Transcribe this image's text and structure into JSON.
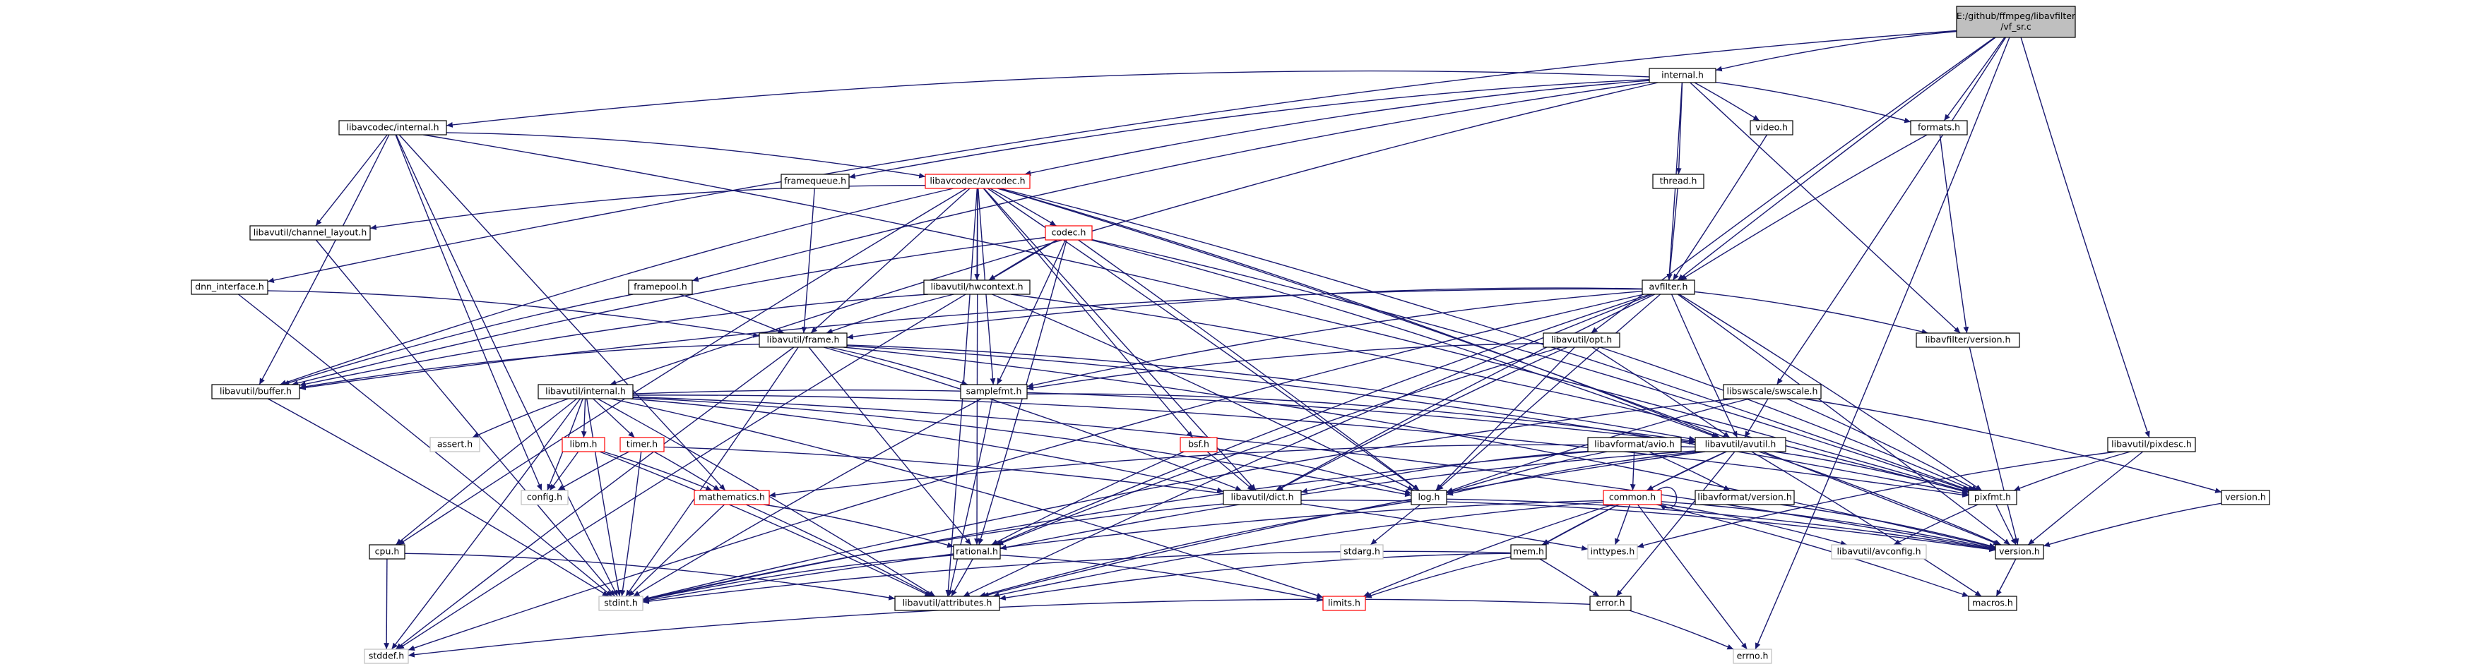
{
  "root": {
    "line1": "E:/github/ffmpeg/libavfilter",
    "line2": "/vf_sr.c"
  },
  "colors": {
    "edge": "#191970",
    "node_border": "#000000",
    "broken_border": "#ff0000",
    "system_border": "#bfbfbf",
    "root_fill": "#bfbfbf"
  },
  "nodes": [
    {
      "id": "internal_h",
      "label": "internal.h",
      "kind": "normal"
    },
    {
      "id": "lavc_internal_h",
      "label": "libavcodec/internal.h",
      "kind": "normal"
    },
    {
      "id": "avcodec_h",
      "label": "libavcodec/avcodec.h",
      "kind": "broken"
    },
    {
      "id": "framequeue_h",
      "label": "framequeue.h",
      "kind": "normal"
    },
    {
      "id": "video_h",
      "label": "video.h",
      "kind": "normal"
    },
    {
      "id": "formats_h",
      "label": "formats.h",
      "kind": "normal"
    },
    {
      "id": "thread_h",
      "label": "thread.h",
      "kind": "normal"
    },
    {
      "id": "channel_layout_h",
      "label": "libavutil/channel_layout.h",
      "kind": "normal"
    },
    {
      "id": "codec_h",
      "label": "codec.h",
      "kind": "broken"
    },
    {
      "id": "dnn_interface_h",
      "label": "dnn_interface.h",
      "kind": "normal"
    },
    {
      "id": "framepool_h",
      "label": "framepool.h",
      "kind": "normal"
    },
    {
      "id": "hwcontext_h",
      "label": "libavutil/hwcontext.h",
      "kind": "normal"
    },
    {
      "id": "avfilter_h",
      "label": "avfilter.h",
      "kind": "normal"
    },
    {
      "id": "frame_h",
      "label": "libavutil/frame.h",
      "kind": "normal"
    },
    {
      "id": "opt_h",
      "label": "libavutil/opt.h",
      "kind": "normal"
    },
    {
      "id": "lavfi_version_h",
      "label": "libavfilter/version.h",
      "kind": "normal"
    },
    {
      "id": "buffer_h",
      "label": "libavutil/buffer.h",
      "kind": "normal"
    },
    {
      "id": "samplefmt_h",
      "label": "samplefmt.h",
      "kind": "normal"
    },
    {
      "id": "lavu_internal_h",
      "label": "libavutil/internal.h",
      "kind": "normal"
    },
    {
      "id": "swscale_h",
      "label": "libswscale/swscale.h",
      "kind": "normal"
    },
    {
      "id": "pixdesc_h",
      "label": "libavutil/pixdesc.h",
      "kind": "normal"
    },
    {
      "id": "assert_h",
      "label": "assert.h",
      "kind": "system"
    },
    {
      "id": "libm_h",
      "label": "libm.h",
      "kind": "broken"
    },
    {
      "id": "timer_h",
      "label": "timer.h",
      "kind": "broken"
    },
    {
      "id": "bsf_h",
      "label": "bsf.h",
      "kind": "broken"
    },
    {
      "id": "avio_h",
      "label": "libavformat/avio.h",
      "kind": "normal"
    },
    {
      "id": "avutil_h",
      "label": "libavutil/avutil.h",
      "kind": "normal"
    },
    {
      "id": "config_h",
      "label": "config.h",
      "kind": "system"
    },
    {
      "id": "mathematics_h",
      "label": "mathematics.h",
      "kind": "broken"
    },
    {
      "id": "dict_h",
      "label": "libavutil/dict.h",
      "kind": "normal"
    },
    {
      "id": "log_h",
      "label": "log.h",
      "kind": "normal"
    },
    {
      "id": "common_h",
      "label": "common.h",
      "kind": "broken"
    },
    {
      "id": "lavf_version_h",
      "label": "libavformat/version.h",
      "kind": "normal"
    },
    {
      "id": "pixfmt_h",
      "label": "pixfmt.h",
      "kind": "normal"
    },
    {
      "id": "sws_version_h",
      "label": "version.h",
      "kind": "normal"
    },
    {
      "id": "cpu_h",
      "label": "cpu.h",
      "kind": "normal"
    },
    {
      "id": "rational_h",
      "label": "rational.h",
      "kind": "normal"
    },
    {
      "id": "stdarg_h",
      "label": "stdarg.h",
      "kind": "system"
    },
    {
      "id": "mem_h",
      "label": "mem.h",
      "kind": "normal"
    },
    {
      "id": "inttypes_h",
      "label": "inttypes.h",
      "kind": "system"
    },
    {
      "id": "avconfig_h",
      "label": "libavutil/avconfig.h",
      "kind": "system"
    },
    {
      "id": "version_h",
      "label": "version.h",
      "kind": "normal"
    },
    {
      "id": "stdint_h",
      "label": "stdint.h",
      "kind": "system"
    },
    {
      "id": "attributes_h",
      "label": "libavutil/attributes.h",
      "kind": "normal"
    },
    {
      "id": "limits_h",
      "label": "limits.h",
      "kind": "broken"
    },
    {
      "id": "error_h",
      "label": "error.h",
      "kind": "normal"
    },
    {
      "id": "macros_h",
      "label": "macros.h",
      "kind": "normal"
    },
    {
      "id": "stddef_h",
      "label": "stddef.h",
      "kind": "system"
    },
    {
      "id": "errno_h",
      "label": "errno.h",
      "kind": "system"
    }
  ],
  "edges": [
    [
      "root",
      "internal_h"
    ],
    [
      "root",
      "formats_h"
    ],
    [
      "root",
      "avfilter_h"
    ],
    [
      "root",
      "opt_h"
    ],
    [
      "root",
      "pixdesc_h"
    ],
    [
      "root",
      "dnn_interface_h"
    ],
    [
      "root",
      "swscale_h"
    ],
    [
      "root",
      "errno_h"
    ],
    [
      "internal_h",
      "lavc_internal_h"
    ],
    [
      "internal_h",
      "avcodec_h"
    ],
    [
      "internal_h",
      "framequeue_h"
    ],
    [
      "internal_h",
      "video_h"
    ],
    [
      "internal_h",
      "formats_h"
    ],
    [
      "internal_h",
      "thread_h"
    ],
    [
      "internal_h",
      "avfilter_h"
    ],
    [
      "internal_h",
      "framepool_h"
    ],
    [
      "internal_h",
      "lavu_internal_h"
    ],
    [
      "internal_h",
      "lavfi_version_h"
    ],
    [
      "lavc_internal_h",
      "avcodec_h"
    ],
    [
      "lavc_internal_h",
      "channel_layout_h"
    ],
    [
      "lavc_internal_h",
      "buffer_h"
    ],
    [
      "lavc_internal_h",
      "config_h"
    ],
    [
      "lavc_internal_h",
      "mathematics_h"
    ],
    [
      "lavc_internal_h",
      "stdint_h"
    ],
    [
      "lavc_internal_h",
      "pixfmt_h"
    ],
    [
      "avcodec_h",
      "channel_layout_h"
    ],
    [
      "avcodec_h",
      "codec_h"
    ],
    [
      "avcodec_h",
      "hwcontext_h"
    ],
    [
      "avcodec_h",
      "frame_h"
    ],
    [
      "avcodec_h",
      "buffer_h"
    ],
    [
      "avcodec_h",
      "samplefmt_h"
    ],
    [
      "avcodec_h",
      "bsf_h"
    ],
    [
      "avcodec_h",
      "dict_h"
    ],
    [
      "avcodec_h",
      "log_h"
    ],
    [
      "avcodec_h",
      "pixfmt_h"
    ],
    [
      "avcodec_h",
      "rational_h"
    ],
    [
      "avcodec_h",
      "attributes_h"
    ],
    [
      "avcodec_h",
      "version_h"
    ],
    [
      "avcodec_h",
      "cpu_h"
    ],
    [
      "avcodec_h",
      "avutil_h"
    ],
    [
      "framequeue_h",
      "frame_h"
    ],
    [
      "video_h",
      "avfilter_h"
    ],
    [
      "formats_h",
      "avfilter_h"
    ],
    [
      "formats_h",
      "lavfi_version_h"
    ],
    [
      "thread_h",
      "avfilter_h"
    ],
    [
      "channel_layout_h",
      "stdint_h"
    ],
    [
      "codec_h",
      "hwcontext_h"
    ],
    [
      "codec_h",
      "samplefmt_h"
    ],
    [
      "codec_h",
      "log_h"
    ],
    [
      "codec_h",
      "rational_h"
    ],
    [
      "codec_h",
      "pixfmt_h"
    ],
    [
      "codec_h",
      "avutil_h"
    ],
    [
      "codec_h",
      "buffer_h"
    ],
    [
      "codec_h",
      "stddef_h"
    ],
    [
      "dnn_interface_h",
      "frame_h"
    ],
    [
      "dnn_interface_h",
      "stdint_h"
    ],
    [
      "framepool_h",
      "frame_h"
    ],
    [
      "framepool_h",
      "buffer_h"
    ],
    [
      "hwcontext_h",
      "frame_h"
    ],
    [
      "hwcontext_h",
      "buffer_h"
    ],
    [
      "hwcontext_h",
      "log_h"
    ],
    [
      "hwcontext_h",
      "pixfmt_h"
    ],
    [
      "avfilter_h",
      "frame_h"
    ],
    [
      "avfilter_h",
      "buffer_h"
    ],
    [
      "avfilter_h",
      "samplefmt_h"
    ],
    [
      "avfilter_h",
      "dict_h"
    ],
    [
      "avfilter_h",
      "log_h"
    ],
    [
      "avfilter_h",
      "pixfmt_h"
    ],
    [
      "avfilter_h",
      "rational_h"
    ],
    [
      "avfilter_h",
      "attributes_h"
    ],
    [
      "avfilter_h",
      "avutil_h"
    ],
    [
      "avfilter_h",
      "lavfi_version_h"
    ],
    [
      "avfilter_h",
      "stddef_h"
    ],
    [
      "avfilter_h",
      "version_h"
    ],
    [
      "frame_h",
      "buffer_h"
    ],
    [
      "frame_h",
      "samplefmt_h"
    ],
    [
      "frame_h",
      "dict_h"
    ],
    [
      "frame_h",
      "rational_h"
    ],
    [
      "frame_h",
      "avutil_h"
    ],
    [
      "frame_h",
      "pixfmt_h"
    ],
    [
      "frame_h",
      "stdint_h"
    ],
    [
      "frame_h",
      "stddef_h"
    ],
    [
      "frame_h",
      "version_h"
    ],
    [
      "opt_h",
      "samplefmt_h"
    ],
    [
      "opt_h",
      "dict_h"
    ],
    [
      "opt_h",
      "log_h"
    ],
    [
      "opt_h",
      "pixfmt_h"
    ],
    [
      "opt_h",
      "rational_h"
    ],
    [
      "opt_h",
      "avutil_h"
    ],
    [
      "lavfi_version_h",
      "version_h"
    ],
    [
      "buffer_h",
      "stdint_h"
    ],
    [
      "samplefmt_h",
      "avutil_h"
    ],
    [
      "samplefmt_h",
      "attributes_h"
    ],
    [
      "samplefmt_h",
      "stdint_h"
    ],
    [
      "lavu_internal_h",
      "assert_h"
    ],
    [
      "lavu_internal_h",
      "libm_h"
    ],
    [
      "lavu_internal_h",
      "timer_h"
    ],
    [
      "lavu_internal_h",
      "config_h"
    ],
    [
      "lavu_internal_h",
      "cpu_h"
    ],
    [
      "lavu_internal_h",
      "stdint_h"
    ],
    [
      "lavu_internal_h",
      "stddef_h"
    ],
    [
      "lavu_internal_h",
      "attributes_h"
    ],
    [
      "lavu_internal_h",
      "dict_h"
    ],
    [
      "lavu_internal_h",
      "pixfmt_h"
    ],
    [
      "lavu_internal_h",
      "version_h"
    ],
    [
      "lavu_internal_h",
      "log_h"
    ],
    [
      "lavu_internal_h",
      "avutil_h"
    ],
    [
      "lavu_internal_h",
      "limits_h"
    ],
    [
      "swscale_h",
      "avutil_h"
    ],
    [
      "swscale_h",
      "log_h"
    ],
    [
      "swscale_h",
      "pixfmt_h"
    ],
    [
      "swscale_h",
      "stdint_h"
    ],
    [
      "swscale_h",
      "sws_version_h"
    ],
    [
      "pixdesc_h",
      "pixfmt_h"
    ],
    [
      "pixdesc_h",
      "version_h"
    ],
    [
      "pixdesc_h",
      "inttypes_h"
    ],
    [
      "libm_h",
      "config_h"
    ],
    [
      "libm_h",
      "mathematics_h"
    ],
    [
      "libm_h",
      "attributes_h"
    ],
    [
      "timer_h",
      "config_h"
    ],
    [
      "timer_h",
      "stdint_h"
    ],
    [
      "timer_h",
      "mathematics_h"
    ],
    [
      "timer_h",
      "inttypes_h"
    ],
    [
      "bsf_h",
      "dict_h"
    ],
    [
      "bsf_h",
      "log_h"
    ],
    [
      "bsf_h",
      "rational_h"
    ],
    [
      "avio_h",
      "log_h"
    ],
    [
      "avio_h",
      "dict_h"
    ],
    [
      "avio_h",
      "common_h"
    ],
    [
      "avio_h",
      "lavf_version_h"
    ],
    [
      "avio_h",
      "stdint_h"
    ],
    [
      "avutil_h",
      "common_h"
    ],
    [
      "avutil_h",
      "error_h"
    ],
    [
      "avutil_h",
      "rational_h"
    ],
    [
      "avutil_h",
      "version_h"
    ],
    [
      "avutil_h",
      "macros_h"
    ],
    [
      "avutil_h",
      "mathematics_h"
    ],
    [
      "avutil_h",
      "log_h"
    ],
    [
      "avutil_h",
      "pixfmt_h"
    ],
    [
      "avutil_h",
      "attributes_h"
    ],
    [
      "avutil_h",
      "mem_h"
    ],
    [
      "mathematics_h",
      "rational_h"
    ],
    [
      "mathematics_h",
      "stdint_h"
    ],
    [
      "mathematics_h",
      "attributes_h"
    ],
    [
      "dict_h",
      "stdint_h"
    ],
    [
      "dict_h",
      "version_h"
    ],
    [
      "log_h",
      "stdarg_h"
    ],
    [
      "log_h",
      "attributes_h"
    ],
    [
      "log_h",
      "version_h"
    ],
    [
      "common_h",
      "common_h"
    ],
    [
      "common_h",
      "mem_h"
    ],
    [
      "common_h",
      "inttypes_h"
    ],
    [
      "common_h",
      "avconfig_h"
    ],
    [
      "common_h",
      "attributes_h"
    ],
    [
      "common_h",
      "macros_h"
    ],
    [
      "common_h",
      "errno_h"
    ],
    [
      "common_h",
      "stdint_h"
    ],
    [
      "common_h",
      "limits_h"
    ],
    [
      "common_h",
      "version_h"
    ],
    [
      "lavf_version_h",
      "version_h"
    ],
    [
      "pixfmt_h",
      "avconfig_h"
    ],
    [
      "pixfmt_h",
      "version_h"
    ],
    [
      "sws_version_h",
      "version_h"
    ],
    [
      "cpu_h",
      "attributes_h"
    ],
    [
      "cpu_h",
      "stddef_h"
    ],
    [
      "rational_h",
      "stdint_h"
    ],
    [
      "rational_h",
      "limits_h"
    ],
    [
      "rational_h",
      "attributes_h"
    ],
    [
      "mem_h",
      "error_h"
    ],
    [
      "mem_h",
      "attributes_h"
    ],
    [
      "mem_h",
      "limits_h"
    ],
    [
      "mem_h",
      "stdint_h"
    ],
    [
      "version_h",
      "macros_h"
    ],
    [
      "error_h",
      "errno_h"
    ],
    [
      "error_h",
      "stddef_h"
    ]
  ]
}
